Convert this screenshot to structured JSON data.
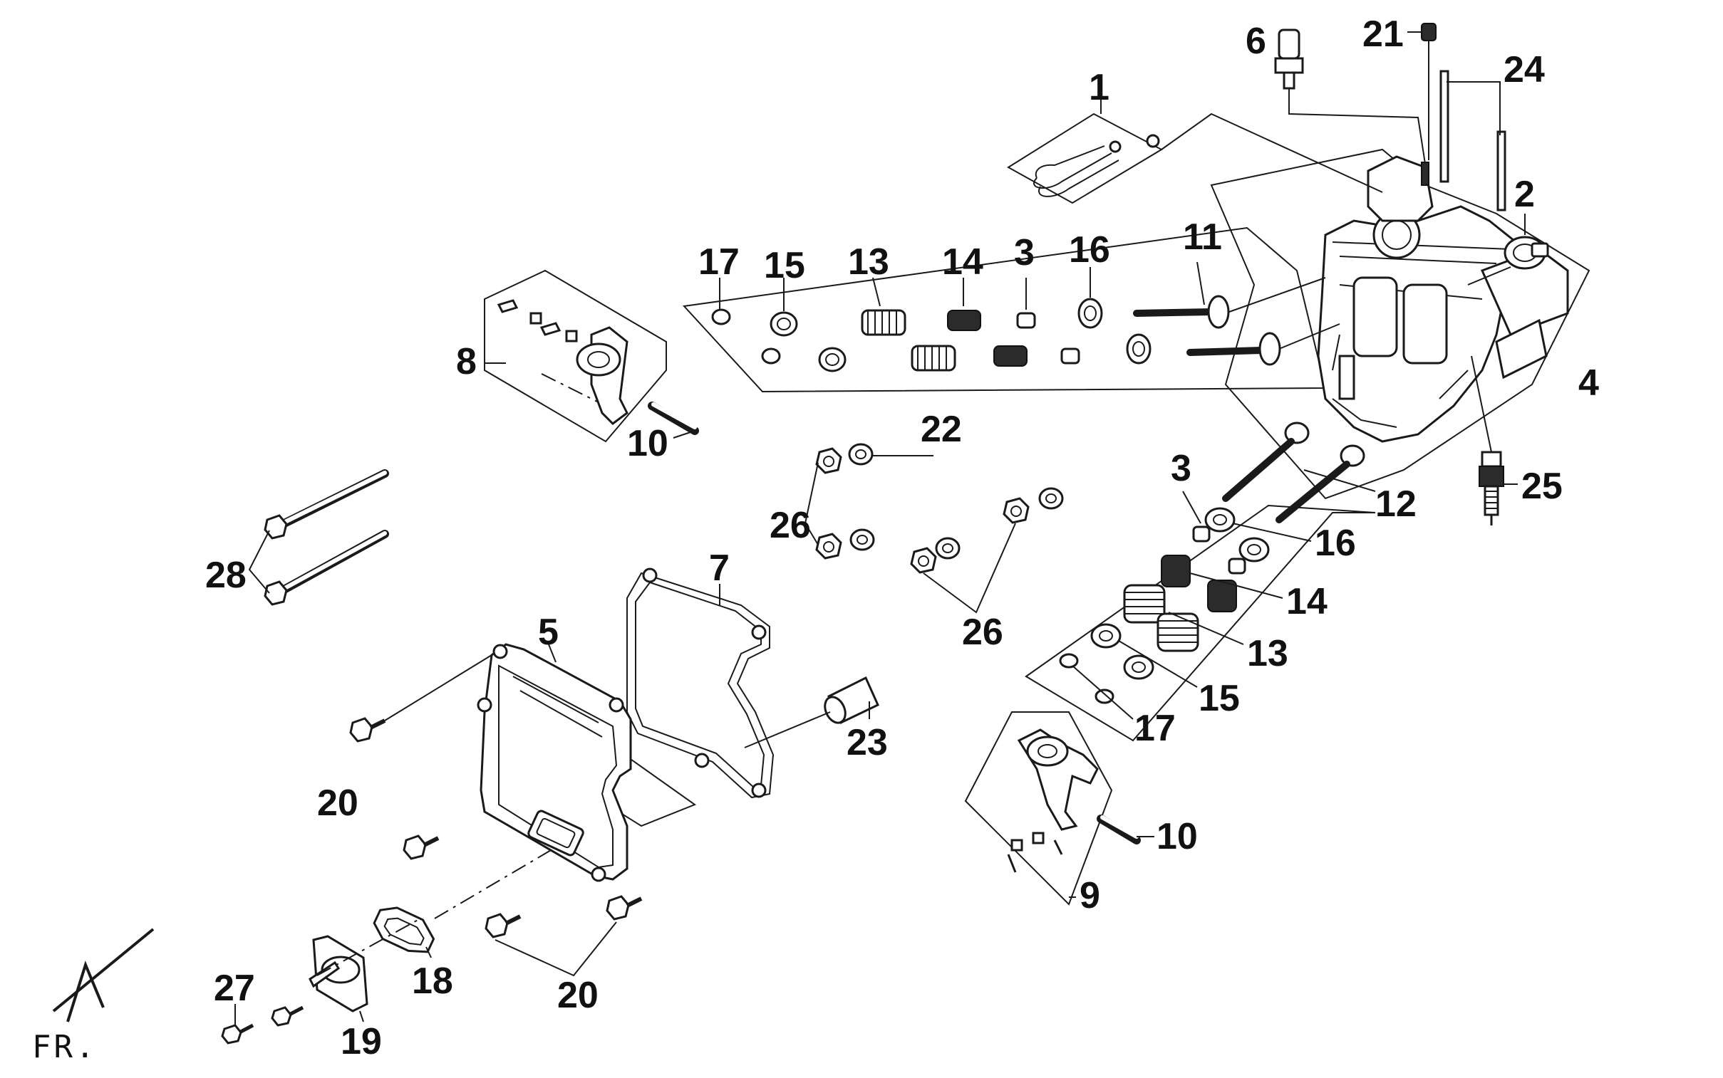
{
  "orientation_label": "FR.",
  "callouts": {
    "c1": "1",
    "c2": "2",
    "c3a": "3",
    "c3b": "3",
    "c4": "4",
    "c5": "5",
    "c6": "6",
    "c7": "7",
    "c8": "8",
    "c9": "9",
    "c10a": "10",
    "c10b": "10",
    "c11": "11",
    "c12": "12",
    "c13a": "13",
    "c13b": "13",
    "c14a": "14",
    "c14b": "14",
    "c15a": "15",
    "c15b": "15",
    "c16a": "16",
    "c16b": "16",
    "c17a": "17",
    "c17b": "17",
    "c18": "18",
    "c19": "19",
    "c20a": "20",
    "c20b": "20",
    "c21": "21",
    "c22": "22",
    "c23": "23",
    "c24": "24",
    "c25": "25",
    "c26a": "26",
    "c26b": "26",
    "c27": "27",
    "c28": "28"
  },
  "icons": {
    "cylinder-head": "cylinder-head-icon",
    "head-cover": "head-cover-icon",
    "gasket": "gasket-icon",
    "spark-plug": "spark-plug-icon",
    "sensor": "temperature-sensor-icon",
    "direction-arrow": "north-arrow-icon"
  }
}
